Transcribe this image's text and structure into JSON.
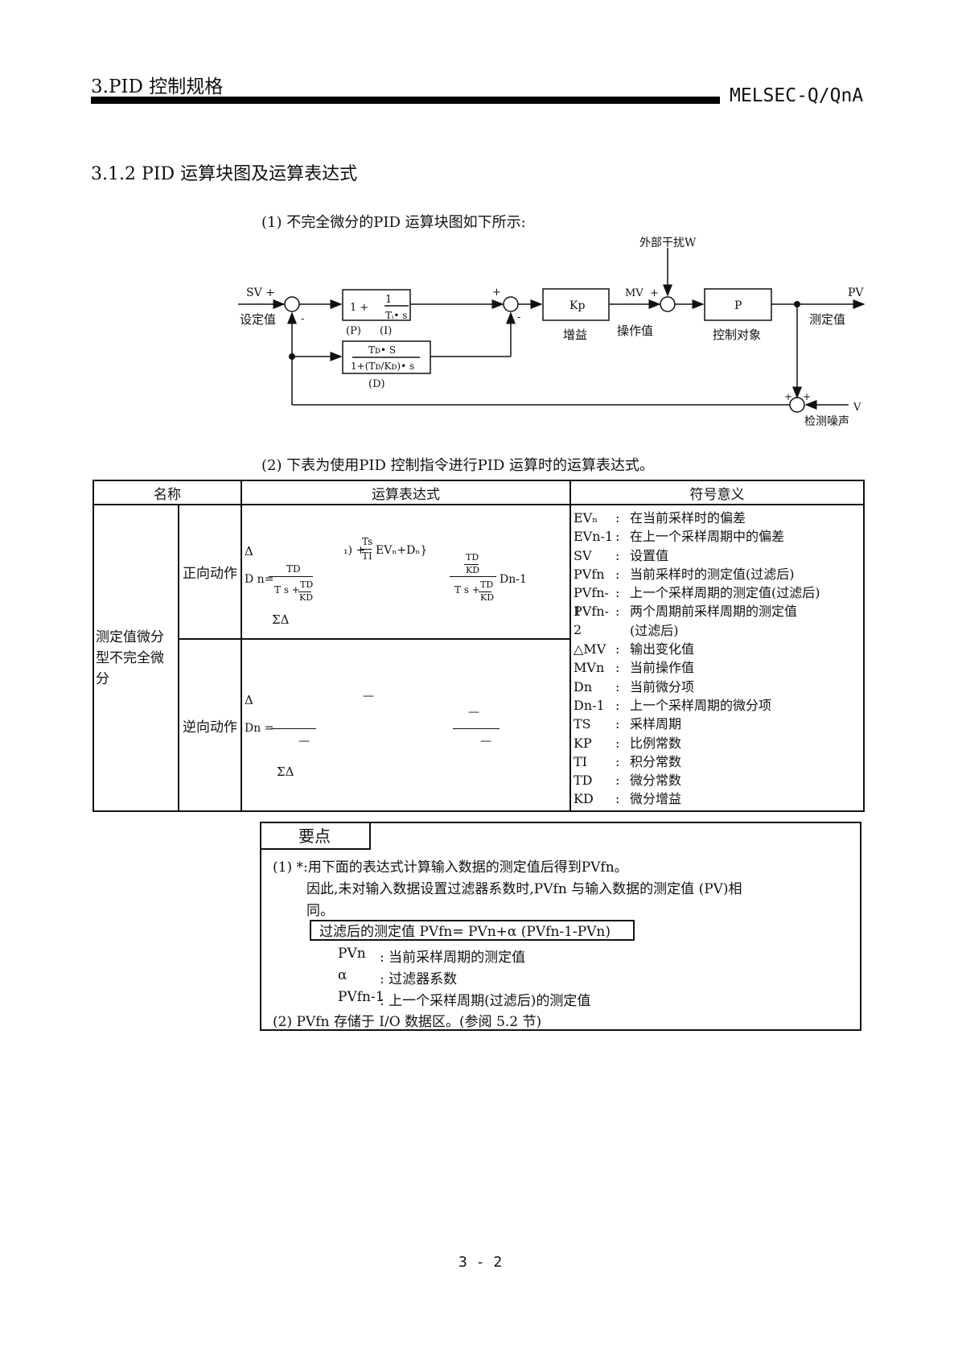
{
  "header": {
    "chapter": "3.PID 控制规格",
    "product": "MELSEC-Q/QnA"
  },
  "section": {
    "title": "3.1.2 PID 运算块图及运算表达式",
    "item1": "(1)  不完全微分的PID 运算块图如下所示:",
    "item2": "(2)  下表为使用PID 控制指令进行PID 运算时的运算表达式。"
  },
  "diagram": {
    "sv_label": "SV +",
    "sv_name": "设定值",
    "disturbance": "外部干扰W",
    "pi_block": {
      "one": "1 +",
      "num": "1",
      "den": "Tᵢ• s"
    },
    "p_tag": "(P)",
    "i_tag": "(I)",
    "d_block": {
      "num": "Tᴅ• S",
      "den": "1+(Tᴅ/Kᴅ)• s"
    },
    "d_tag": "(D)",
    "gain_block": "Kp",
    "gain_name": "增益",
    "mv_label": "MV",
    "mv_name": "操作值",
    "plant_block": "P",
    "plant_name": "控制对象",
    "pv_label": "PV",
    "pv_name": "测定值",
    "noise_label": "V",
    "noise_name": "检测噪声",
    "plus": "+",
    "minus": "-"
  },
  "table": {
    "headers": [
      "名称",
      "运算表达式",
      "符号意义"
    ],
    "type_name": "测定值微分型不完全微分",
    "forward_label": "正向动作",
    "reverse_label": "逆向动作",
    "forward_formula": {
      "delta": "Δ",
      "frag_i": "₁) +",
      "ts": "Ts",
      "ti": "TI",
      "ev": "EVₙ+Dₙ}",
      "dn": "D n=",
      "td": "TD",
      "den_a": "T s +",
      "td2": "TD",
      "kd2": "KD",
      "td3": "TD",
      "kd3": "KD",
      "den_b": "T s +",
      "td4": "TD",
      "kd4": "KD",
      "dn1": "Dn-1",
      "sum": "ΣΔ"
    },
    "reverse_formula": {
      "delta": "Δ",
      "dash1": "—",
      "dn": "Dn =",
      "dash2": "—",
      "dash3": "—",
      "dash4": "—",
      "sum": "ΣΔ"
    },
    "symbols": [
      {
        "key": "EVₙ",
        "desc": "在当前采样时的偏差"
      },
      {
        "key": "EVn-1",
        "desc": "在上一个采样周期中的偏差"
      },
      {
        "key": "SV",
        "desc": "设置值"
      },
      {
        "key": "PVfn",
        "desc": "当前采样时的测定值(过滤后)"
      },
      {
        "key": "PVfn-1",
        "desc": "上一个采样周期的测定值(过滤后)"
      },
      {
        "key": "PVfn-2",
        "desc": "两个周期前采样周期的测定值"
      },
      {
        "key": "",
        "desc": "(过滤后)"
      },
      {
        "key": "△MV",
        "desc": "输出变化值"
      },
      {
        "key": "MVn",
        "desc": "当前操作值"
      },
      {
        "key": "Dn",
        "desc": "当前微分项"
      },
      {
        "key": "Dn-1",
        "desc": "上一个采样周期的微分项"
      },
      {
        "key": "TS",
        "desc": "采样周期"
      },
      {
        "key": "KP",
        "desc": "比例常数"
      },
      {
        "key": "TI",
        "desc": "积分常数"
      },
      {
        "key": "TD",
        "desc": "微分常数"
      },
      {
        "key": "KD",
        "desc": "微分增益"
      }
    ],
    "colon": ":"
  },
  "note": {
    "title": "要点",
    "line1": "(1)  *:用下面的表达式计算输入数据的测定值后得到PVfn。",
    "line2": "因此,未对输入数据设置过滤器系数时,PVfn 与输入数据的测定值 (PV)相",
    "line3": "同。",
    "formula": "过滤后的测定值   PVfn= PVn+α (PVfn-1-PVn)",
    "defs": [
      {
        "key": "PVn",
        "desc": ":  当前采样周期的测定值"
      },
      {
        "key": "α",
        "desc": ":  过滤器系数"
      },
      {
        "key": "PVfn-1",
        "desc": ":  上一个采样周期(过滤后)的测定值"
      }
    ],
    "line_last": "(2)  PVfn 存储于 I/O 数据区。(参阅 5.2 节)"
  },
  "footer": {
    "page": "3 - 2"
  }
}
